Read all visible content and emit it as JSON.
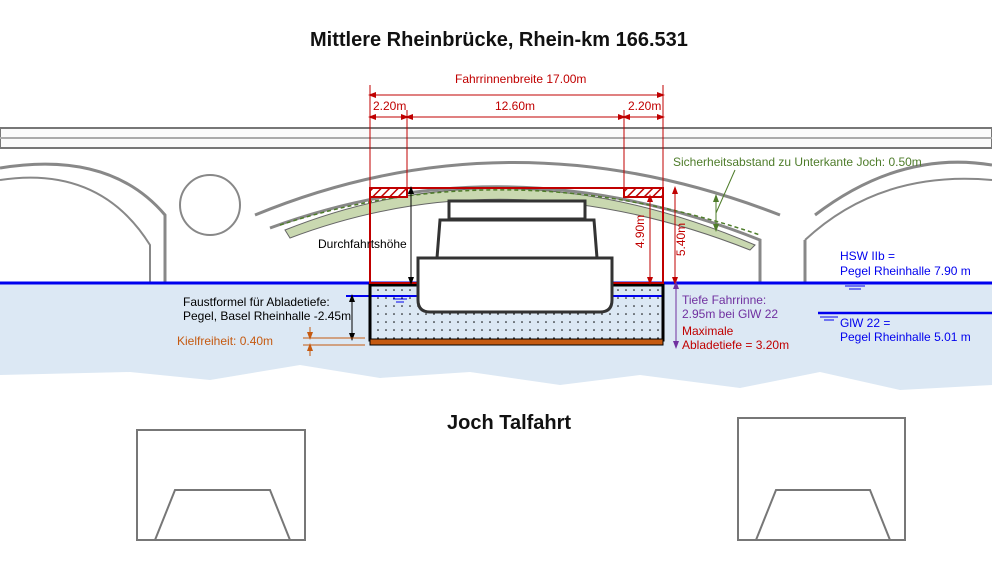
{
  "title": "Mittlere Rheinbrücke, Rhein-km 166.531",
  "subtitle": "Joch Talfahrt",
  "dims": {
    "fahrrinnenbreite": "Fahrrinnenbreite 17.00m",
    "left_margin": "2.20m",
    "center": "12.60m",
    "right_margin": "2.20m",
    "h490": "4.90m",
    "h540": "5.40m"
  },
  "labels": {
    "durchfahrtshoehe": "Durchfahrtshöhe",
    "sicherheit": "Sicherheitsabstand zu Unterkante Joch: 0.50m",
    "faust1": "Faustformel für Abladetiefe:",
    "faust2": "Pegel, Basel Rheinhalle -2.45m",
    "kiel": "Kielfreiheit: 0.40m",
    "tiefe1": "Tiefe Fahrrinne:",
    "tiefe2": "2.95m bei GlW 22",
    "max1": "Maximale",
    "max2": "Abladetiefe = 3.20m",
    "hsw1": "HSW IIb =",
    "hsw2": "Pegel Rheinhalle 7.90 m",
    "glw1": "GlW 22 =",
    "glw2": "Pegel Rheinhalle 5.01 m"
  },
  "colors": {
    "red": "#c00000",
    "blue": "#0000ee",
    "water": "#dce8f4",
    "orange": "#c55a11",
    "purple": "#7030a0",
    "green": "#4e7c2a"
  }
}
